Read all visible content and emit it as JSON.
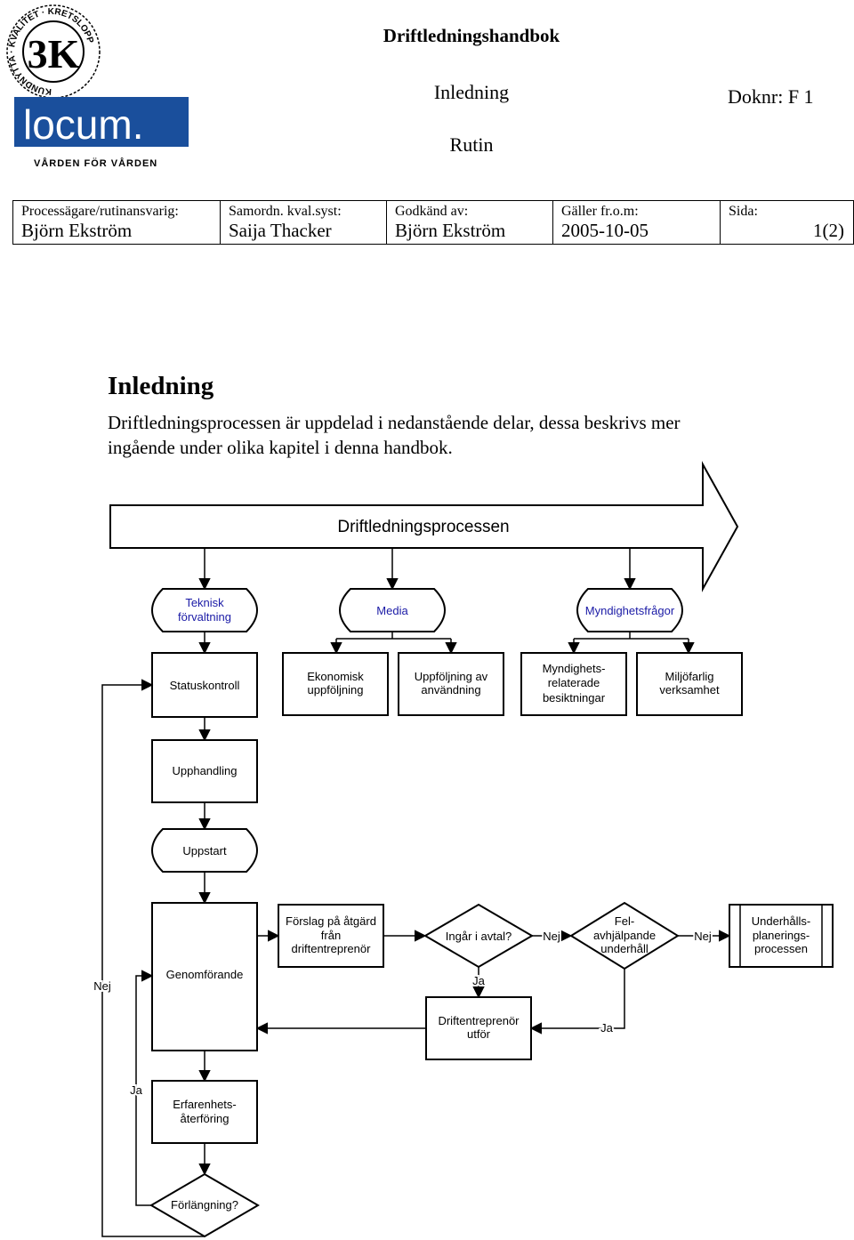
{
  "header": {
    "logo_text": "locum.",
    "logo_tagline": "VÅRDEN FÖR VÅRDEN",
    "badge_text": "3K",
    "badge_ring_text": "KUNDNYTTA · KVALITET · KRETSLOPP",
    "document_title": "Driftledningshandbok",
    "section": "Inledning",
    "document_type": "Rutin",
    "document_number": "Doknr: F 1"
  },
  "meta": [
    {
      "label": "Processägare/rutinansvarig:",
      "value": "Björn Ekström"
    },
    {
      "label": "Samordn. kval.syst:",
      "value": "Saija Thacker"
    },
    {
      "label": "Godkänd av:",
      "value": "Björn Ekström"
    },
    {
      "label": "Gäller fr.o.m:",
      "value": "2005-10-05"
    },
    {
      "label": "Sida:",
      "value": "1(2)"
    }
  ],
  "intro": {
    "heading": "Inledning",
    "text": "Driftledningsprocessen är uppdelad i nedanstående delar, dessa beskrivs mer ingående under olika kapitel i denna handbok."
  },
  "flowchart": {
    "process_title": "Driftledningsprocessen",
    "categories": {
      "technical": [
        "Teknisk",
        "förvaltning"
      ],
      "media": [
        "Media"
      ],
      "authority": [
        "Myndighetsfrågor"
      ]
    },
    "tasks": {
      "status": [
        "Statuskontroll"
      ],
      "economic": [
        "Ekonomisk",
        "uppföljning"
      ],
      "usage": [
        "Uppföljning av",
        "användning"
      ],
      "inspections": [
        "Myndighets-",
        "relaterade",
        "besiktningar"
      ],
      "environment": [
        "Miljöfarlig",
        "verksamhet"
      ]
    },
    "procurement": [
      "Upphandling"
    ],
    "startup": [
      "Uppstart"
    ],
    "execution": [
      "Genomförande"
    ],
    "proposal": [
      "Förslag på åtgärd",
      "från",
      "driftentreprenör"
    ],
    "in_contract": [
      "Ingår i avtal?"
    ],
    "fault_maintenance": [
      "Fel-",
      "avhjälpande",
      "underhåll"
    ],
    "planning_process": [
      "Underhålls-",
      "planerings-",
      "processen"
    ],
    "contractor_performs": [
      "Driftentreprenör",
      "utför"
    ],
    "feedback": [
      "Erfarenhets-",
      "återföring"
    ],
    "extension": [
      "Förlängning?"
    ],
    "labels": {
      "no": "Nej",
      "yes": "Ja"
    }
  }
}
